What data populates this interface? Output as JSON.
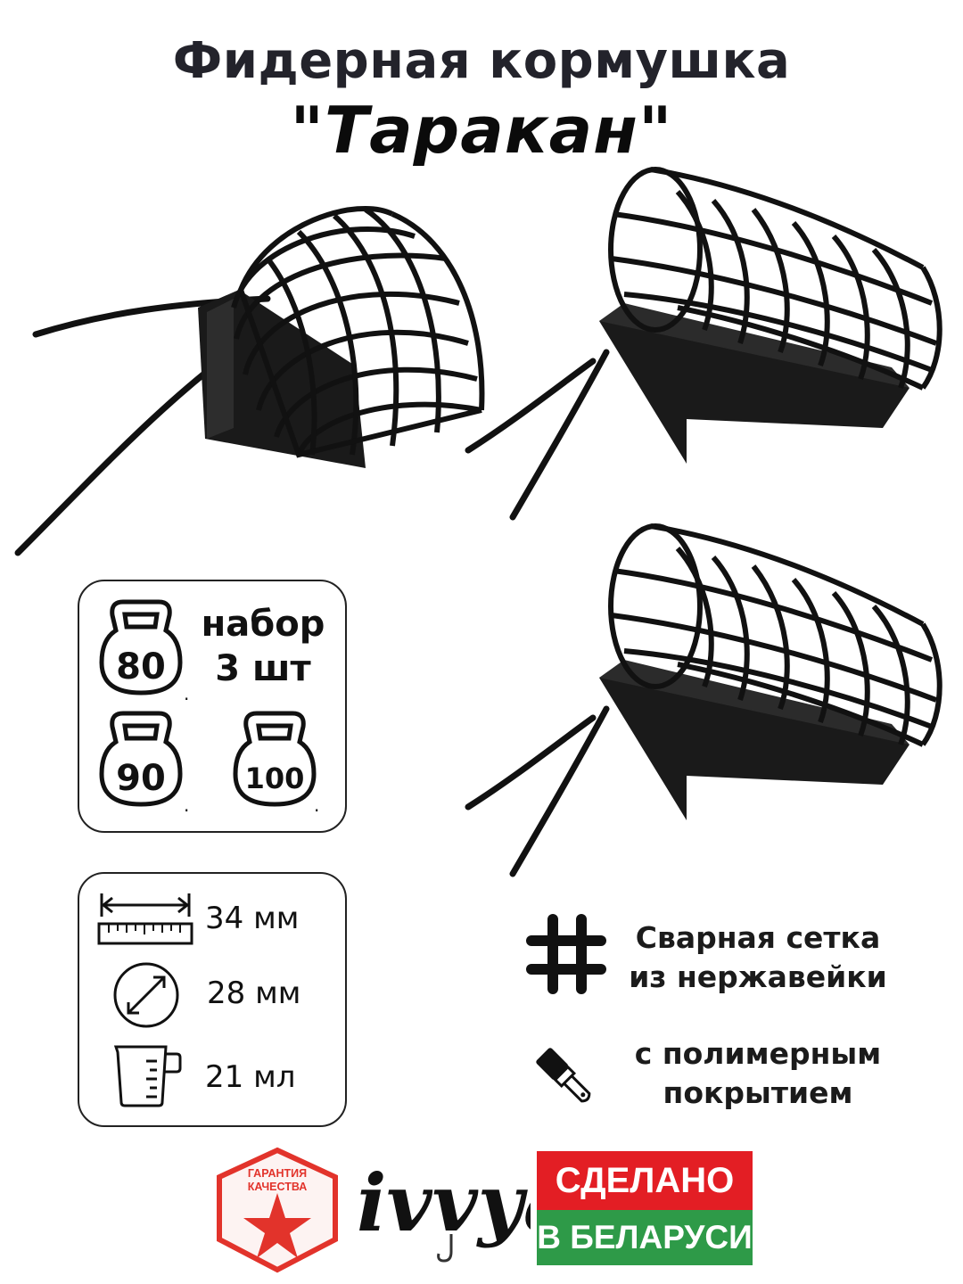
{
  "title": {
    "line1": "Фидерная кормушка",
    "line2": "\"Таракан\""
  },
  "weights": {
    "set_label_line1": "набор",
    "set_label_line2": "3 шт",
    "items": [
      "80",
      "90",
      "100"
    ],
    "unit_mark": "."
  },
  "specs": {
    "length": "34 мм",
    "diameter": "28 мм",
    "volume": "21 мл"
  },
  "features": {
    "mesh_line1": "Сварная сетка",
    "mesh_line2": "из нержавейки",
    "coating_line1": "с полимерным",
    "coating_line2": "покрытием"
  },
  "brand": {
    "quality_badge_line1": "ГАРАНТИЯ",
    "quality_badge_line2": "КАЧЕСТВА",
    "logo_text": "ivvya",
    "made_in_line1": "СДЕЛАНО",
    "made_in_line2": "В БЕЛАРУСИ"
  },
  "colors": {
    "made_in_red": "#e31e24",
    "made_in_green": "#2e9a48",
    "logo_green": "#79b82a",
    "quality_red": "#e2332b"
  }
}
